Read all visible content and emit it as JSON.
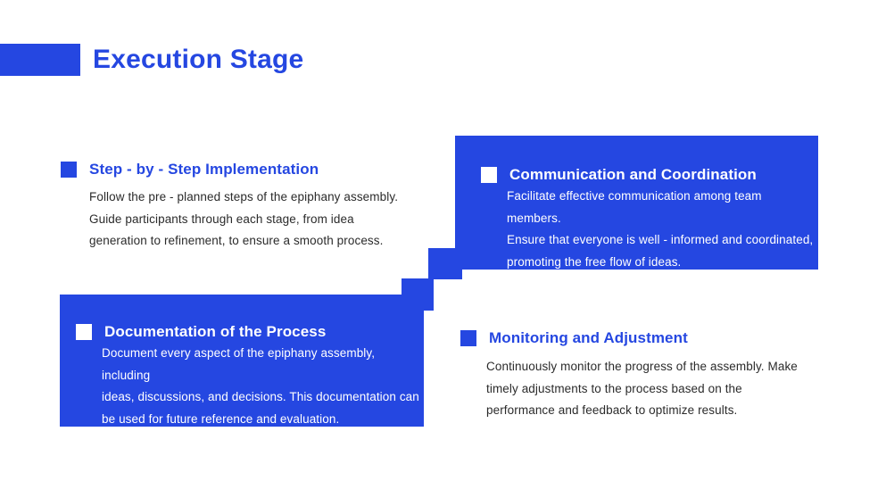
{
  "slide": {
    "title": "Execution Stage",
    "accent_color": "#2547E1",
    "body_text_color": "#2b2b2b",
    "sections": [
      {
        "id": "step-by-step",
        "variant": "light",
        "title": "Step - by - Step Implementation",
        "body": "Follow the pre - planned steps of the epiphany assembly.\nGuide participants through each stage, from idea\ngeneration to refinement, to ensure a smooth process."
      },
      {
        "id": "communication",
        "variant": "filled",
        "title": "Communication and Coordination",
        "body": "Facilitate effective communication among team members.\nEnsure that everyone is well - informed and coordinated,\npromoting the free flow of ideas."
      },
      {
        "id": "documentation",
        "variant": "filled",
        "title": "Documentation of the Process",
        "body": "Document every aspect of the epiphany assembly, including\nideas, discussions, and decisions. This documentation can\nbe used for future reference and evaluation."
      },
      {
        "id": "monitoring",
        "variant": "light",
        "title": "Monitoring and Adjustment",
        "body": "Continuously monitor the progress of the assembly. Make\ntimely adjustments to the process based on the\nperformance and feedback to optimize results."
      }
    ]
  }
}
